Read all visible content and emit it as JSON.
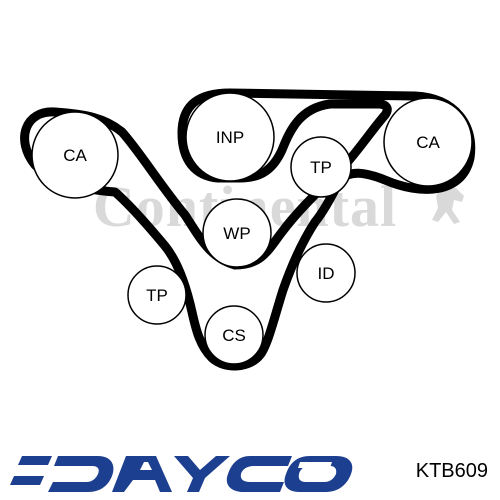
{
  "diagram": {
    "watermark_text": "Continental",
    "belts": [
      "timing-belt",
      "balance-belt"
    ],
    "pulleys": [
      {
        "id": "ca-left",
        "label": "CA"
      },
      {
        "id": "inp",
        "label": "INP"
      },
      {
        "id": "tp-top",
        "label": "TP"
      },
      {
        "id": "ca-right",
        "label": "CA"
      },
      {
        "id": "wp",
        "label": "WP"
      },
      {
        "id": "id",
        "label": "ID"
      },
      {
        "id": "tp-bottom",
        "label": "TP"
      },
      {
        "id": "cs",
        "label": "CS"
      }
    ]
  },
  "footer": {
    "brand_logo_text": "DAYCO",
    "part_number": "KTB609"
  },
  "colors": {
    "belt": "#000000",
    "pulley_stroke": "#000000",
    "watermark": "#d9d9d9",
    "brand": "#1d3f8f"
  }
}
